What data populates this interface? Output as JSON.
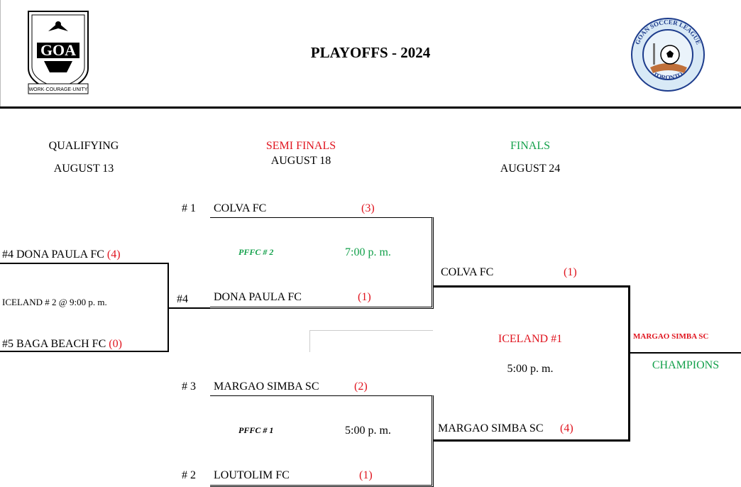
{
  "header": {
    "title": "PLAYOFFS - 2024",
    "left_logo": {
      "text": "GOA",
      "motto": "WORK·COURAGE·UNITY",
      "icon": "goa-emblem-icon"
    },
    "right_logo": {
      "ring_top": "GOAN SOCCER LEAGUE",
      "ring_bottom": "TORONTO",
      "icon": "soccer-league-seal-icon"
    }
  },
  "columns": {
    "qualifying": {
      "title": "QUALIFYING",
      "date": "AUGUST 13"
    },
    "semis": {
      "title": "SEMI FINALS",
      "date": "AUGUST 18"
    },
    "finals": {
      "title": "FINALS",
      "date": "AUGUST 24"
    }
  },
  "qualifying": {
    "team1": {
      "name": "#4 DONA PAULA FC",
      "score": "(4)"
    },
    "venue": "ICELAND # 2 @ 9:00 p. m.",
    "team2": {
      "name": "#5 BAGA BEACH FC",
      "score": "(0)"
    }
  },
  "semi1": {
    "seed_top": "# 1",
    "team_top": "COLVA FC",
    "score_top": "(3)",
    "venue": "PFFC # 2",
    "time": "7:00 p. m.",
    "seed_bottom": "#4",
    "team_bottom": "DONA PAULA FC",
    "score_bottom": "(1)"
  },
  "semi2": {
    "seed_top": "# 3",
    "team_top": "MARGAO SIMBA SC",
    "score_top": "(2)",
    "venue": "PFFC # 1",
    "time": "5:00 p. m.",
    "seed_bottom": "# 2",
    "team_bottom": "LOUTOLIM FC",
    "score_bottom": "(1)"
  },
  "final": {
    "team_top": "COLVA FC",
    "score_top": "(1)",
    "venue": "ICELAND #1",
    "time": "5:00 p. m.",
    "team_bottom": "MARGAO SIMBA SC",
    "score_bottom": "(4)"
  },
  "champion": {
    "team": "MARGAO SIMBA SC",
    "label": "CHAMPIONS"
  },
  "colors": {
    "red": "#e0141e",
    "green": "#12a04a"
  }
}
